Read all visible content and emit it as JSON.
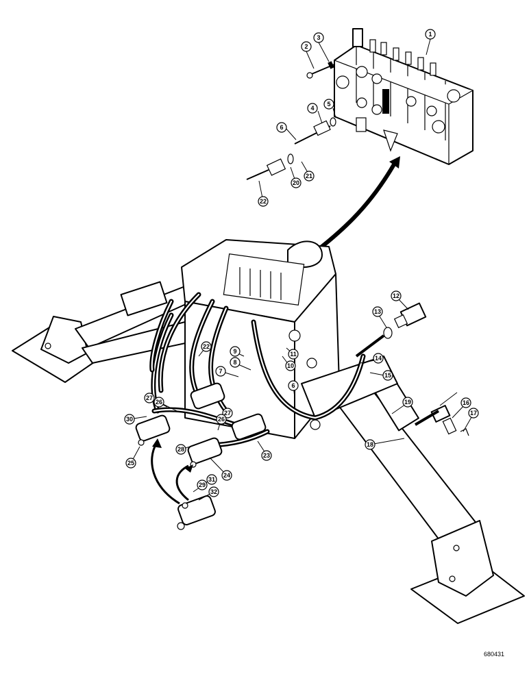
{
  "diagram": {
    "reference_code": "680431",
    "callouts": [
      "1",
      "2",
      "3",
      "4",
      "5",
      "6",
      "20",
      "21",
      "22",
      "12",
      "13",
      "14",
      "15",
      "19",
      "16",
      "17",
      "18",
      "9",
      "8",
      "7",
      "10",
      "11",
      "6",
      "22",
      "27",
      "26",
      "30",
      "25",
      "28",
      "27",
      "26",
      "23",
      "24",
      "29",
      "31",
      "32"
    ]
  }
}
